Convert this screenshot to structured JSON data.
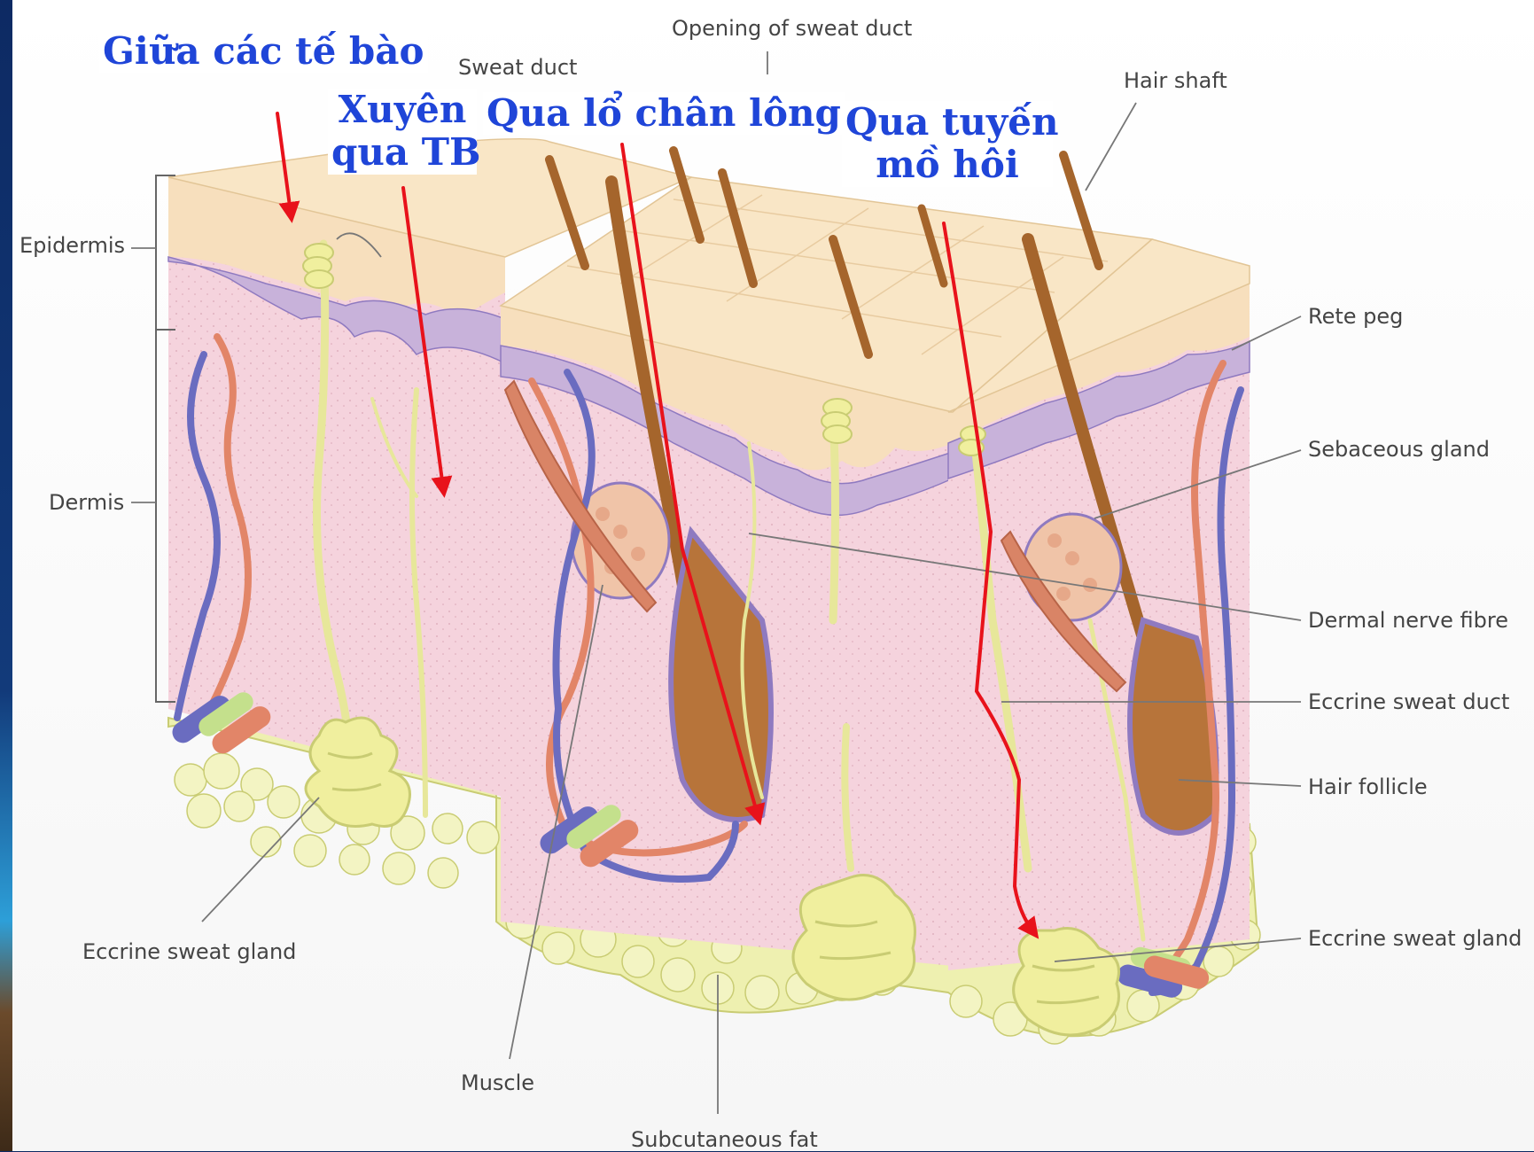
{
  "labels": {
    "opening_of_sweat_duct": "Opening of sweat duct",
    "sweat_duct": "Sweat duct",
    "hair_shaft": "Hair shaft",
    "epidermis": "Epidermis",
    "dermis": "Dermis",
    "rete_peg": "Rete peg",
    "sebaceous_gland": "Sebaceous gland",
    "dermal_nerve_fibre": "Dermal nerve fibre",
    "eccrine_sweat_duct": "Eccrine sweat duct",
    "hair_follicle": "Hair follicle",
    "eccrine_sweat_gland_right": "Eccrine sweat gland",
    "eccrine_sweat_gland_left": "Eccrine sweat gland",
    "muscle": "Muscle",
    "subcutaneous_fat": "Subcutaneous fat"
  },
  "routes": {
    "intercellular": "Giữa các tế bào",
    "transcellular_line1": "Xuyên",
    "transcellular_line2": "qua TB",
    "hair_follicle_route": "Qua lổ chân lông",
    "sweat_gland_route_line1": "Qua tuyến",
    "sweat_gland_route_line2": "mồ hôi"
  },
  "colors": {
    "arrow": "#e8121b",
    "route_text": "#1f45d8",
    "epidermis": "#f7dfbd",
    "dermis": "#f5d3dd",
    "fat": "#eef0b0",
    "hair": "#a5652c",
    "artery": "#e28568",
    "vein": "#6a6cc0",
    "nerve": "#e7e79a"
  }
}
